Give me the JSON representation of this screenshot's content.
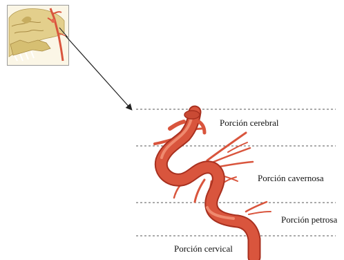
{
  "labels": {
    "cerebral": "Porción cerebral",
    "cavernosa": "Porción cavernosa",
    "petrosa": "Porción petrosa",
    "cervical": "Porción cervical"
  },
  "colors": {
    "artery": "#d9553d",
    "artery_dark": "#a8301f",
    "artery_light": "#ef8a6f",
    "bone": "#d8c27a",
    "guide_line": "#555555"
  }
}
